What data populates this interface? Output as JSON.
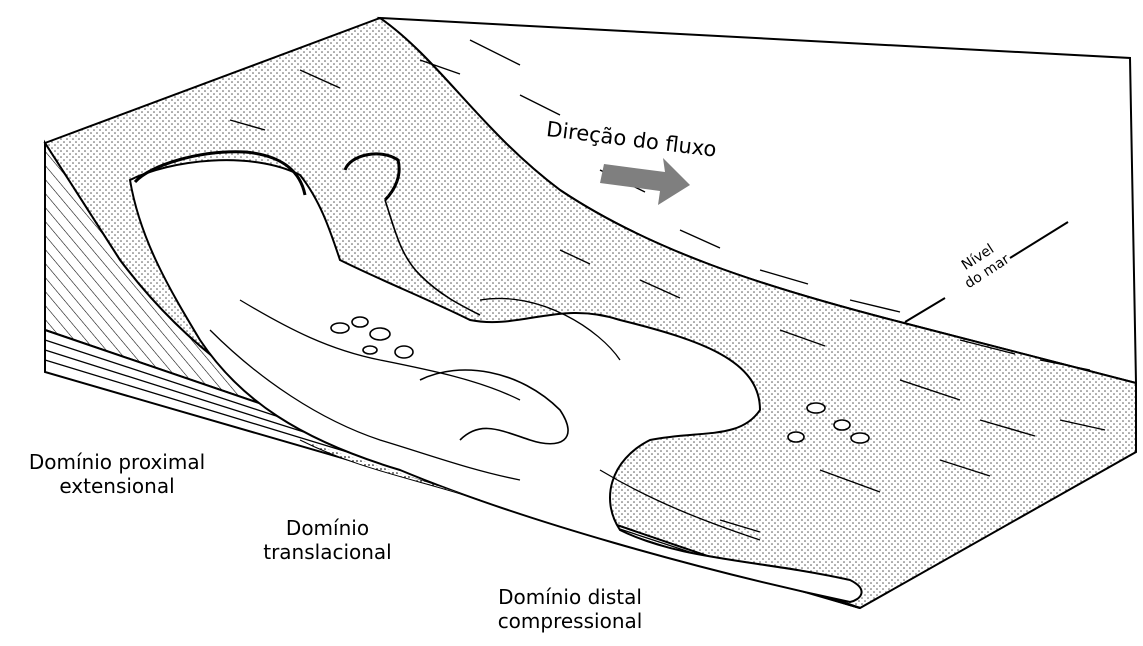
{
  "labels": {
    "flow_direction": "Direção do fluxo",
    "sea_level": [
      "Nível",
      "do mar"
    ],
    "proximal": [
      "Domínio proximal",
      "extensional"
    ],
    "translational": [
      "Domínio",
      "translacional"
    ],
    "distal": [
      "Domínio distal",
      "compressional"
    ]
  },
  "colors": {
    "ink": "#000000",
    "arrow": "#7f7f7f",
    "background": "#ffffff"
  },
  "icons": {
    "flow_arrow": "right-arrow-icon"
  }
}
